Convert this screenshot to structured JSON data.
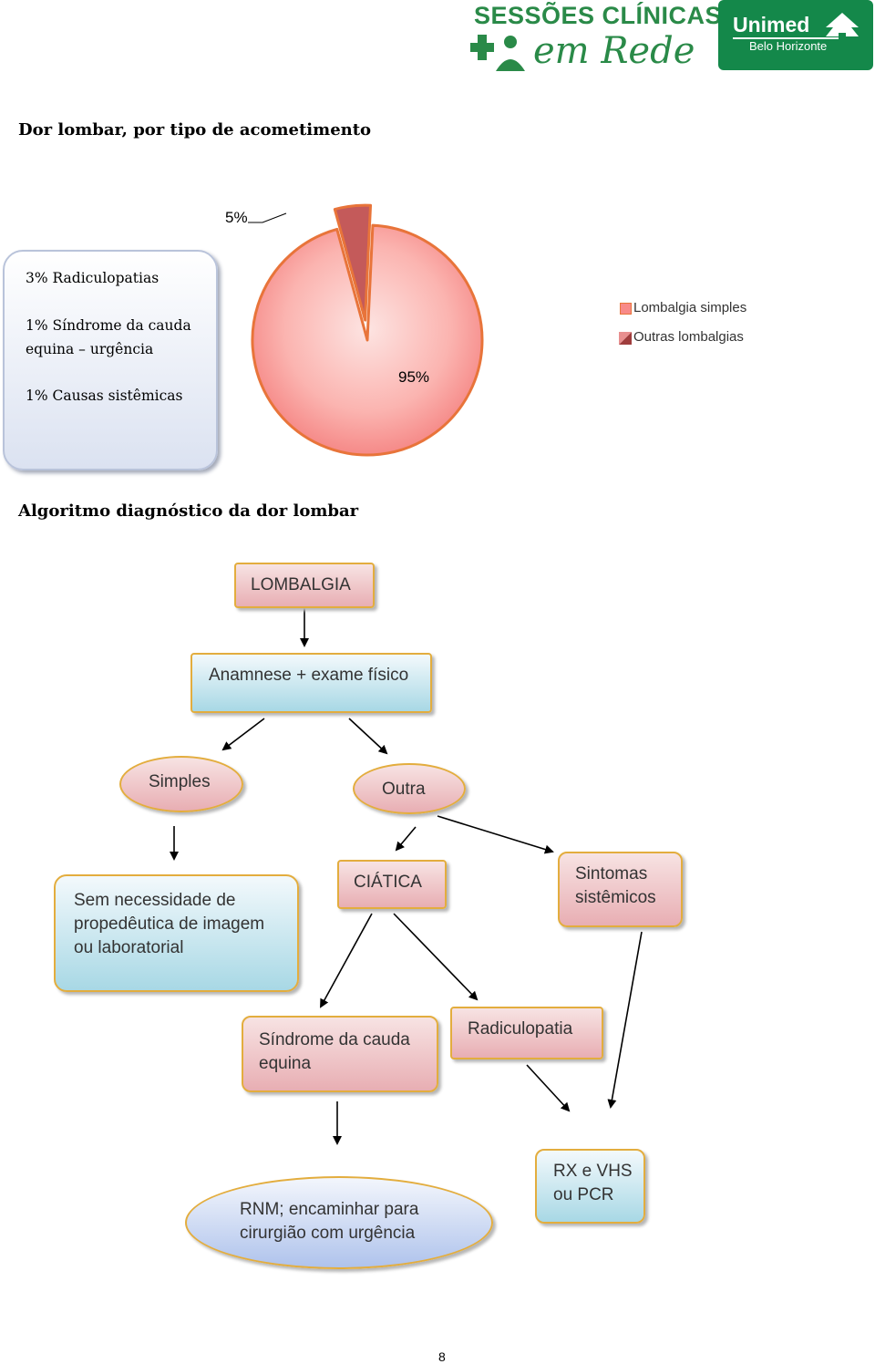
{
  "header": {
    "brand_line1": "SESSÕES CLÍNICAS",
    "brand_line2": "em Rede",
    "unimed_name": "Unimed",
    "unimed_city": "Belo Horizonte",
    "brand_color": "#2a8a48",
    "unimed_color": "#14884a"
  },
  "section1": {
    "title": "Dor lombar, por tipo de acometimento"
  },
  "chart_data": {
    "type": "pie",
    "title": "",
    "categories": [
      "Lombalgia simples",
      "Outras lombalgias"
    ],
    "values": [
      95,
      5
    ],
    "value_labels": [
      "95%",
      "5%"
    ],
    "colors": [
      "#f88a89",
      "#c45a5a"
    ],
    "legend_position": "right",
    "exploded_slice": "Outras lombalgias",
    "legend": [
      "Lombalgia simples",
      "Outras lombalgias"
    ]
  },
  "breakdown": {
    "radiculopatias": "3% Radiculopatias",
    "cauda_line1": "1% Síndrome da cauda",
    "cauda_line2": "equina – urgência",
    "sistemicas": "1% Causas sistêmicas"
  },
  "section2": {
    "title": "Algoritmo diagnóstico da dor lombar"
  },
  "flow": {
    "lombalgia": "LOMBALGIA",
    "anamnese": "Anamnese + exame físico",
    "simples": "Simples",
    "outra": "Outra",
    "sem_line1": "Sem necessidade de",
    "sem_line2": "propedêutica de imagem",
    "sem_line3": "ou laboratorial",
    "ciatica": "CIÁTICA",
    "sint_line1": "Sintomas",
    "sint_line2": "sistêmicos",
    "sindrome_line1": "Síndrome da cauda",
    "sindrome_line2": "equina",
    "radiculopatia": "Radiculopatia",
    "rnm_line1": "RNM; encaminhar para",
    "rnm_line2": "cirurgião com urgência",
    "rx_line1": "RX e VHS",
    "rx_line2": "ou PCR"
  },
  "page": {
    "number": "8"
  }
}
